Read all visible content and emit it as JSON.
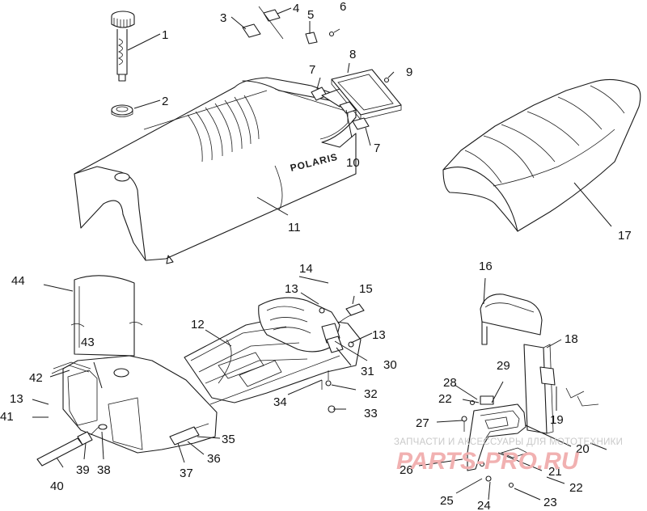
{
  "diagram": {
    "brand_mark": "POLARIS",
    "callouts": [
      "1",
      "2",
      "3",
      "4",
      "5",
      "6",
      "7",
      "7",
      "8",
      "9",
      "10",
      "11",
      "12",
      "13",
      "13",
      "13",
      "14",
      "15",
      "16",
      "17",
      "18",
      "19",
      "20",
      "21",
      "22",
      "22",
      "23",
      "24",
      "25",
      "26",
      "27",
      "28",
      "29",
      "30",
      "31",
      "32",
      "33",
      "34",
      "35",
      "36",
      "37",
      "38",
      "39",
      "40",
      "41",
      "42",
      "43",
      "44"
    ]
  },
  "watermark": {
    "caption": "ЗАПЧАСТИ И АКСЕССУАРЫ ДЛЯ МОТОТЕХНИКИ",
    "logo": "PARTS-PRO.RU"
  },
  "colors": {
    "line": "#1a1a1a",
    "watermark_text": "#c9c9c9",
    "watermark_logo": "#f1b1b1"
  }
}
